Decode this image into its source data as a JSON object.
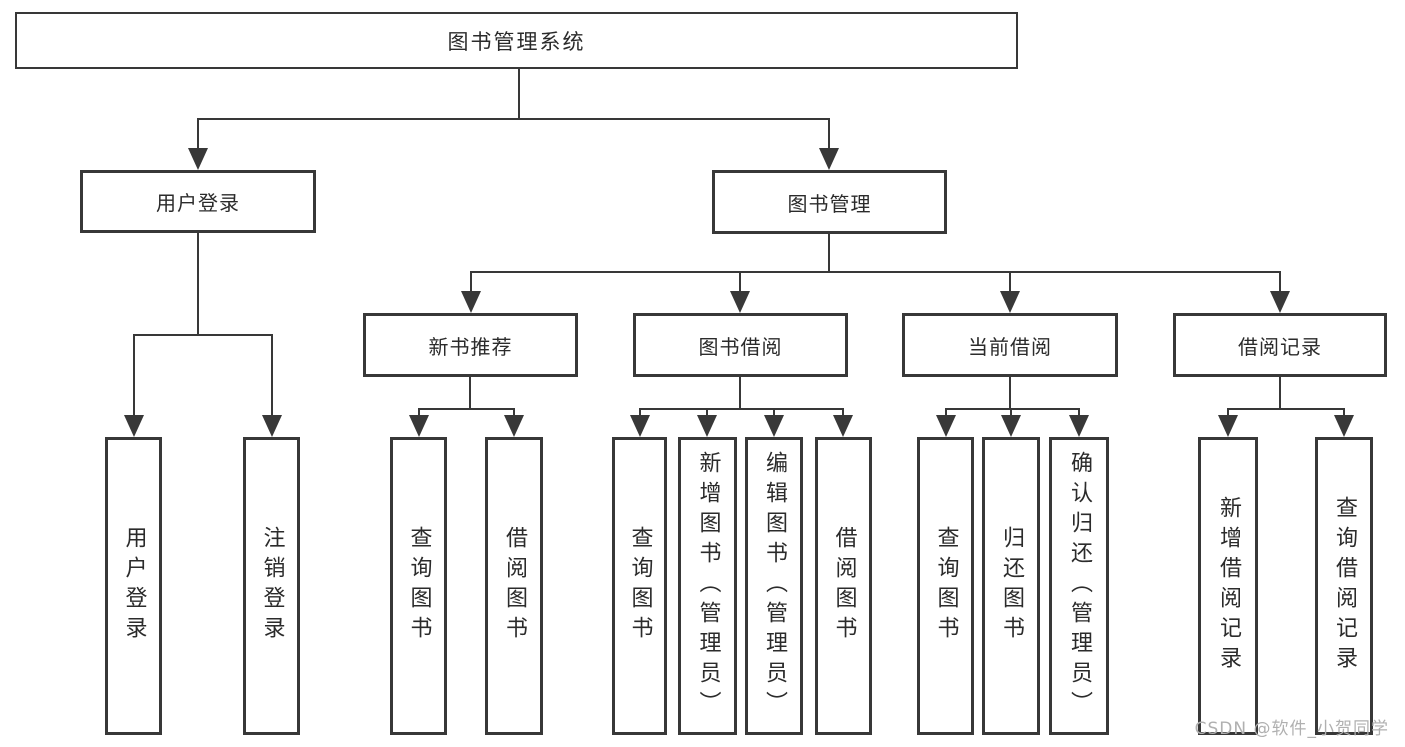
{
  "title": {
    "label": "图书管理系统"
  },
  "nodes": {
    "user_login": {
      "label": "用户登录"
    },
    "book_management": {
      "label": "图书管理"
    },
    "new_book_recommend": {
      "label": "新书推荐"
    },
    "book_borrow": {
      "label": "图书借阅"
    },
    "current_borrow": {
      "label": "当前借阅"
    },
    "borrow_record": {
      "label": "借阅记录"
    },
    "leaf_user_login": {
      "label": "用户登录"
    },
    "leaf_logout": {
      "label": "注销登录"
    },
    "leaf_recommend_query": {
      "label": "查询图书"
    },
    "leaf_recommend_borrow": {
      "label": "借阅图书"
    },
    "leaf_borrow_query": {
      "label": "查询图书"
    },
    "leaf_borrow_add": {
      "label": "新增图书（管理员）"
    },
    "leaf_borrow_edit": {
      "label": "编辑图书（管理员）"
    },
    "leaf_borrow_borrow": {
      "label": "借阅图书"
    },
    "leaf_current_query": {
      "label": "查询图书"
    },
    "leaf_current_return": {
      "label": "归还图书"
    },
    "leaf_current_confirm": {
      "label": "确认归还（管理员）"
    },
    "leaf_record_add": {
      "label": "新增借阅记录"
    },
    "leaf_record_query": {
      "label": "查询借阅记录"
    }
  },
  "watermark": {
    "text": "CSDN @软件_小贺同学"
  },
  "colors": {
    "line": "#383838",
    "box_border": "#383838",
    "text": "#2b2b2b",
    "watermark": "#b0b0b0",
    "background": "#ffffff"
  }
}
